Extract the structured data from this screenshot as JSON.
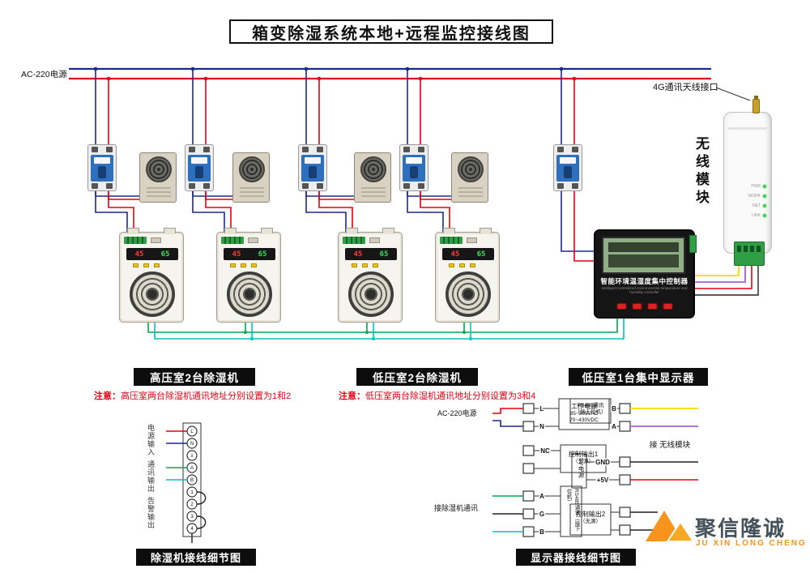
{
  "title": "箱变除湿系统本地+远程监控接线图",
  "power": {
    "label": "AC-220电源"
  },
  "wireless_module": {
    "antenna_label": "4G通讯天线接口",
    "name_vertical": "无线模块",
    "led_labels": [
      "PWR",
      "WORK",
      "NET",
      "LINK"
    ]
  },
  "controller": {
    "title": "智能环境温湿度集中控制器",
    "subtitle": "Intelligent centralized environmental temperature and humidity controller"
  },
  "dehumidifier": {
    "temp": "45",
    "hum": "65"
  },
  "sections": [
    {
      "label": "高压室2台除湿机",
      "note_prefix": "注意：",
      "note": "高压室两台除湿机通讯地址分别设置为1和2"
    },
    {
      "label": "低压室2台除湿机",
      "note_prefix": "注意：",
      "note": "低压室两台除湿机通讯地址分别设置为3和4"
    },
    {
      "label": "低压室1台集中显示器"
    }
  ],
  "detail_left": {
    "caption": "除湿机接线细节图",
    "terminals": [
      "L",
      "N",
      "≡",
      "A",
      "B",
      "1",
      "2",
      "3",
      "4"
    ],
    "side_labels": [
      "电源输入",
      "通讯输出",
      "告警输出"
    ]
  },
  "detail_right": {
    "caption": "显示器接线细节图",
    "ac_label": "AC-220电源",
    "power_l1": "工作电源",
    "power_l2": "85~305VAC",
    "power_l3": "70~430VDC",
    "ctrl1_l1": "控制输出1",
    "ctrl1_l2": "（无源）",
    "ctrl2_l1": "控制输出2",
    "ctrl2_l2": "（无源）",
    "comm_label": "接除湿机通讯",
    "rs485_down": "RS485通讯（接下位机）",
    "rs485_up_l1": "RS485通讯",
    "rs485_up_l2": "（接上位机）",
    "module_link": "接 无线模块",
    "v5": "5V电源",
    "tl": [
      "L",
      "N",
      "NC",
      "A",
      "G",
      "B"
    ],
    "tr": [
      "B",
      "A",
      "GND",
      "+5V"
    ]
  },
  "logo": {
    "cn": "聚信隆诚",
    "en": "JU XIN LONG CHENG"
  },
  "colors": {
    "wire_live_red": "#e60012",
    "wire_neutral_navy": "#1b2a8a",
    "wire_comm_green": "#00a651",
    "wire_comm_cyan": "#00c3c3",
    "wire_rs485_yellow": "#ffd800",
    "wire_rs485_purple": "#a85fd0",
    "terminal_green": "#2f9e44",
    "logo_orange": "#f7941d",
    "logo_text": "#45525c"
  }
}
